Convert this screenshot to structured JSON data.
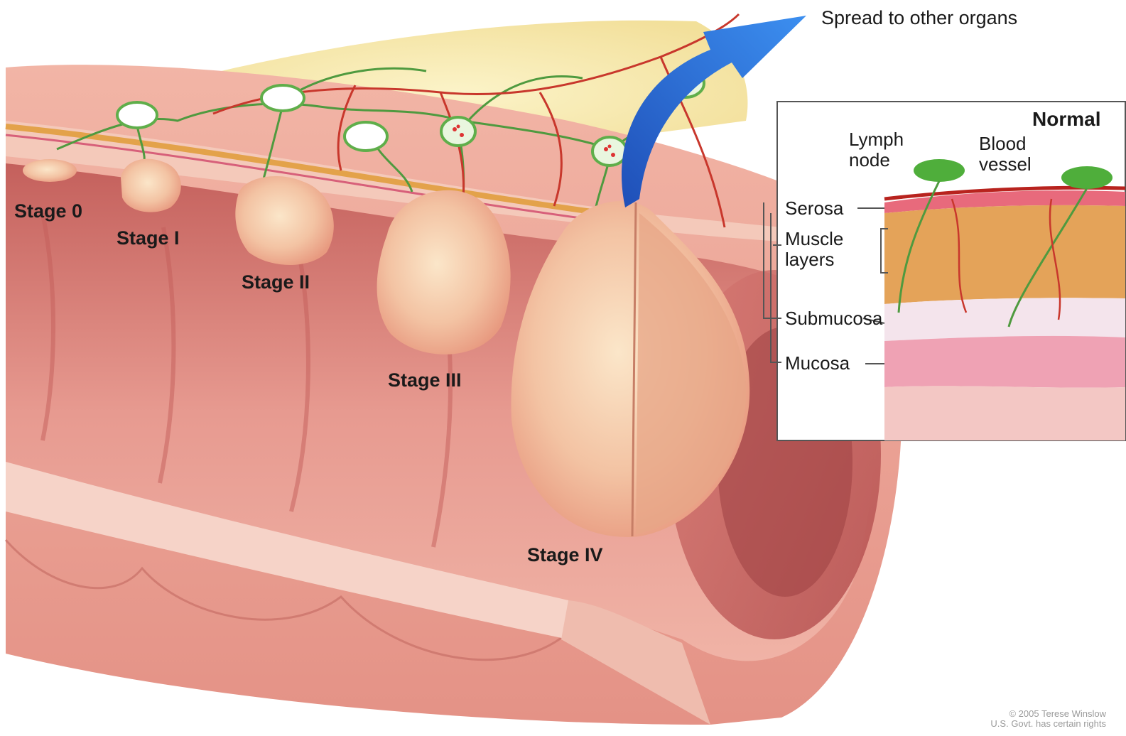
{
  "title": "",
  "spread_label": "Spread to other organs",
  "stages": [
    {
      "label": "Stage 0"
    },
    {
      "label": "Stage I"
    },
    {
      "label": "Stage II"
    },
    {
      "label": "Stage III"
    },
    {
      "label": "Stage IV"
    }
  ],
  "inset": {
    "title": "Normal",
    "lymph_node": "Lymph\nnode",
    "blood_vessel": "Blood\nvessel",
    "layers": [
      "Serosa",
      "Muscle\nlayers",
      "Submucosa",
      "Mucosa"
    ]
  },
  "credit": "© 2005 Terese Winslow\nU.S. Govt. has certain rights",
  "colors": {
    "colon_wall": "#e9a69a",
    "colon_inner": "#d97f78",
    "tumor": "#f3c3a4",
    "lymph": "#4caf50",
    "vessel": "#c0392b",
    "arrow": "#1d5fd6",
    "fat": "#f4e6a4"
  }
}
